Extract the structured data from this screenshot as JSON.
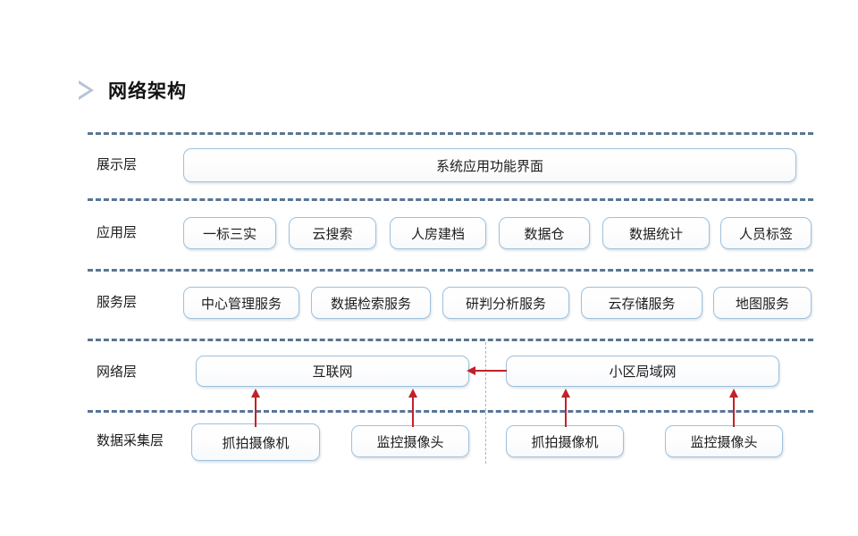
{
  "slide": {
    "title": "网络架构",
    "bullet_icon": "triangle-right-icon",
    "background_color": "#ffffff",
    "accent_color": "#9dc0dd",
    "separator_color": "#4c6b88",
    "arrow_color": "#c0222a"
  },
  "layers": [
    {
      "key": "presentation",
      "label": "展示层",
      "boxes": [
        {
          "name": "system-application-ui",
          "text": "系统应用功能界面"
        }
      ]
    },
    {
      "key": "application",
      "label": "应用层",
      "boxes": [
        {
          "name": "yibiao-sanshi",
          "text": "一标三实"
        },
        {
          "name": "cloud-search",
          "text": "云搜索"
        },
        {
          "name": "person-house-record",
          "text": "人房建档"
        },
        {
          "name": "data-warehouse",
          "text": "数据仓"
        },
        {
          "name": "data-statistics",
          "text": "数据统计"
        },
        {
          "name": "person-tag",
          "text": "人员标签"
        }
      ]
    },
    {
      "key": "service",
      "label": "服务层",
      "boxes": [
        {
          "name": "center-management-service",
          "text": "中心管理服务"
        },
        {
          "name": "data-retrieval-service",
          "text": "数据检索服务"
        },
        {
          "name": "analysis-judgement-service",
          "text": "研判分析服务"
        },
        {
          "name": "cloud-storage-service",
          "text": "云存储服务"
        },
        {
          "name": "map-service",
          "text": "地图服务"
        }
      ]
    },
    {
      "key": "network",
      "label": "网络层",
      "boxes": [
        {
          "name": "internet",
          "text": "互联网"
        },
        {
          "name": "community-lan",
          "text": "小区局域网"
        }
      ]
    },
    {
      "key": "data-collection",
      "label": "数据采集层",
      "boxes": [
        {
          "name": "capture-camera-left",
          "text": "抓拍摄像机"
        },
        {
          "name": "surveillance-camera-left",
          "text": "监控摄像头"
        },
        {
          "name": "capture-camera-right",
          "text": "抓拍摄像机"
        },
        {
          "name": "surveillance-camera-right",
          "text": "监控摄像头"
        }
      ]
    }
  ],
  "connections": [
    {
      "name": "lan-to-internet",
      "type": "arrow-left",
      "from": "小区局域网",
      "to": "互联网"
    },
    {
      "name": "capture-camera-left-to-internet",
      "type": "arrow-up",
      "from": "抓拍摄像机",
      "to": "互联网"
    },
    {
      "name": "surveillance-camera-left-to-internet",
      "type": "arrow-up",
      "from": "监控摄像头",
      "to": "互联网"
    },
    {
      "name": "capture-camera-right-to-lan",
      "type": "arrow-up",
      "from": "抓拍摄像机",
      "to": "小区局域网"
    },
    {
      "name": "surveillance-camera-right-to-lan",
      "type": "arrow-up",
      "from": "监控摄像头",
      "to": "小区局域网"
    }
  ]
}
